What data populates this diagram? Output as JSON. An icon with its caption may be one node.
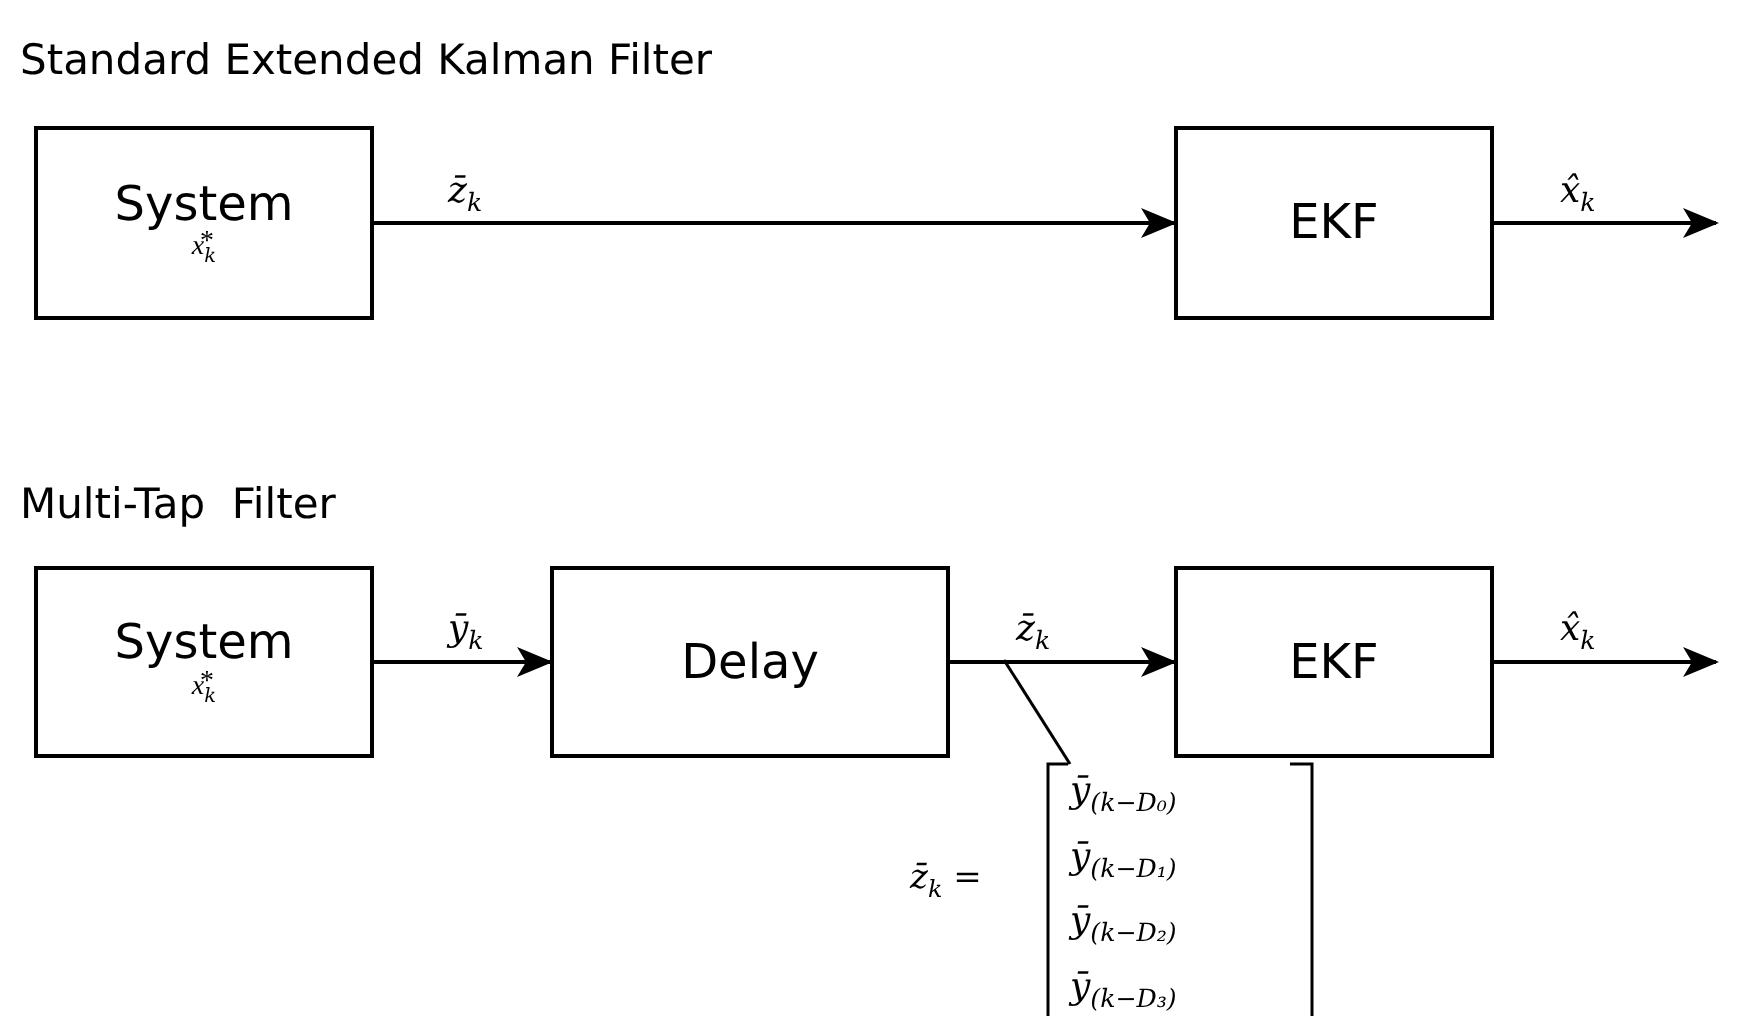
{
  "diagram": {
    "title": "Standard Extended Kalman Filter",
    "nodes": [
      {
        "text": [
          "System",
          "x⃰$_{k}$"
        ]
      },
      {
        "text": [
          "EKF"
        ]
      },
      {
        "text": [
          "System",
          "x⃰$_{k}$"
        ]
      },
      {
        "text": [
          "Delay"
        ]
      },
      {
        "text": [
          "EKF"
        ]
      },
      {
        "text": [
          "z̄$_{k}$ =",
          "ȳ$_{(k−D₀)}$",
          "ȳ$_{(k−D₁)}$",
          "ȳ$_{(k−D₂)}$",
          "ȳ$_{(k−D₃)}$"
        ]
      }
    ],
    "edges": [
      {
        "from": 0,
        "to": 1,
        "arrow": "to",
        "label": "z̄$_{k}$"
      },
      {
        "from": 1,
        "to": null,
        "arrow": "to",
        "label": "x̂$_{k}$"
      },
      {
        "from": 2,
        "to": 3,
        "arrow": "to",
        "label": "ȳ$_{k}$"
      },
      {
        "from": 3,
        "to": 4,
        "arrow": "to",
        "label": "z̄$_{k}$"
      },
      {
        "from": 4,
        "to": null,
        "arrow": "to",
        "label": "x̂$_{k}$"
      },
      {
        "from": 5,
        "to": null,
        "arrow": "none"
      }
    ],
    "labels": [
      "Multi-Tap  Filter"
    ]
  }
}
